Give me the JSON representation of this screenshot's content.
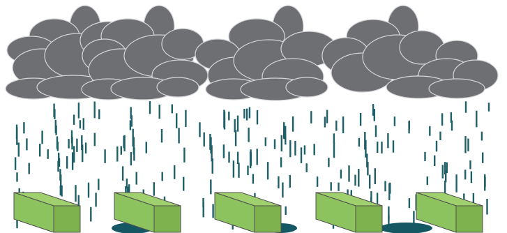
{
  "colors": {
    "background": "#ffffff",
    "cloud_fill": "#6e6f72",
    "cloud_stroke": "#d6d6d8",
    "rain": "#1f6068",
    "puddle": "#155763",
    "block_front": "#8dc35f",
    "block_side": "#7db24f",
    "block_top": "#9fd06d",
    "block_stroke": "#4f4f4f"
  },
  "scene": {
    "clouds": [
      {
        "name": "cloud-1"
      },
      {
        "name": "cloud-2"
      },
      {
        "name": "cloud-3"
      },
      {
        "name": "cloud-4"
      }
    ],
    "blocks": [
      {
        "name": "green-block-1"
      },
      {
        "name": "green-block-2"
      },
      {
        "name": "green-block-3"
      },
      {
        "name": "green-block-4"
      },
      {
        "name": "green-block-5"
      }
    ],
    "puddles": [
      {
        "name": "puddle-1"
      },
      {
        "name": "puddle-2"
      },
      {
        "name": "puddle-3"
      }
    ]
  }
}
